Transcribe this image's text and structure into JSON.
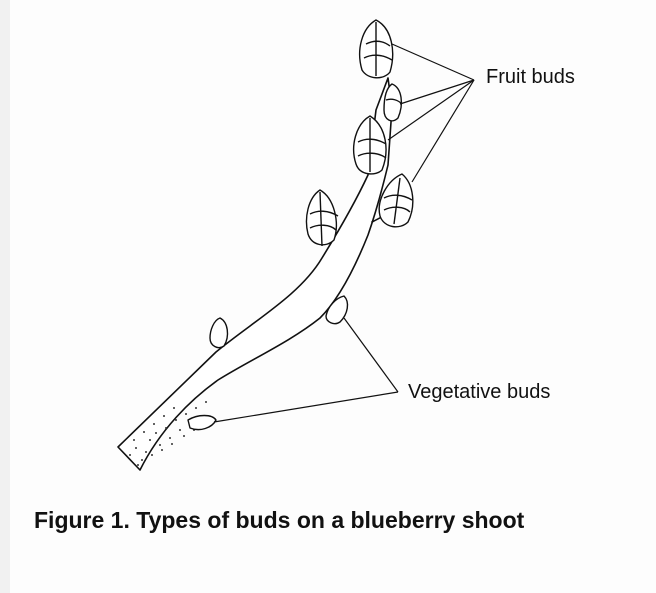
{
  "labels": {
    "fruit_buds": "Fruit buds",
    "vegetative_buds": "Vegetative buds"
  },
  "caption": "Figure 1. Types of buds on a blueberry shoot",
  "colors": {
    "ink": "#111111",
    "background": "#fdfdfd"
  }
}
